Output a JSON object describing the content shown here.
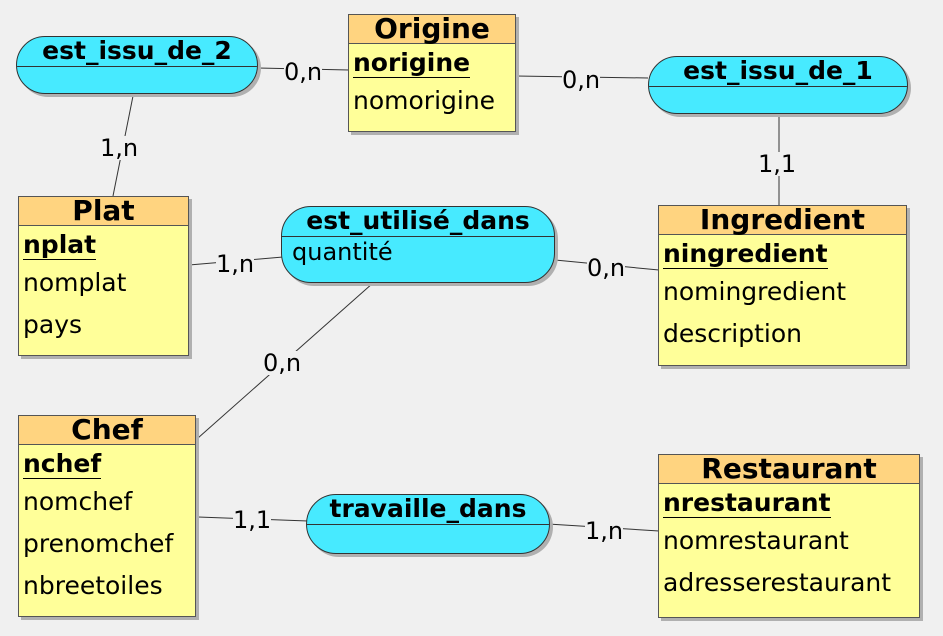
{
  "entities": {
    "origine": {
      "name": "Origine",
      "key": "norigine",
      "attrs": [
        "nomorigine"
      ]
    },
    "plat": {
      "name": "Plat",
      "key": "nplat",
      "attrs": [
        "nomplat",
        "pays"
      ]
    },
    "ingredient": {
      "name": "Ingredient",
      "key": "ningredient",
      "attrs": [
        "nomingredient",
        "description"
      ]
    },
    "chef": {
      "name": "Chef",
      "key": "nchef",
      "attrs": [
        "nomchef",
        "prenomchef",
        "nbreetoiles"
      ]
    },
    "restaurant": {
      "name": "Restaurant",
      "key": "nrestaurant",
      "attrs": [
        "nomrestaurant",
        "adresserestaurant"
      ]
    }
  },
  "associations": {
    "est_issu_de_2": {
      "name": "est_issu_de_2"
    },
    "est_issu_de_1": {
      "name": "est_issu_de_1"
    },
    "est_utilise_dans": {
      "name": "est_utilisé_dans",
      "attrs": [
        "quantité"
      ]
    },
    "travaille_dans": {
      "name": "travaille_dans"
    }
  },
  "cardinalities": {
    "est_issu_de_2_origine": "0,n",
    "est_issu_de_2_plat": "1,n",
    "est_issu_de_1_origine": "0,n",
    "est_issu_de_1_ingredient": "1,1",
    "est_utilise_dans_plat": "1,n",
    "est_utilise_dans_ingredient": "0,n",
    "est_utilise_dans_chef": "0,n",
    "travaille_dans_chef": "1,1",
    "travaille_dans_restaurant": "1,n"
  },
  "colors": {
    "entity_body": "#ffff99",
    "entity_header": "#ffd480",
    "association": "#47eaff",
    "background": "#f0f0f0"
  }
}
